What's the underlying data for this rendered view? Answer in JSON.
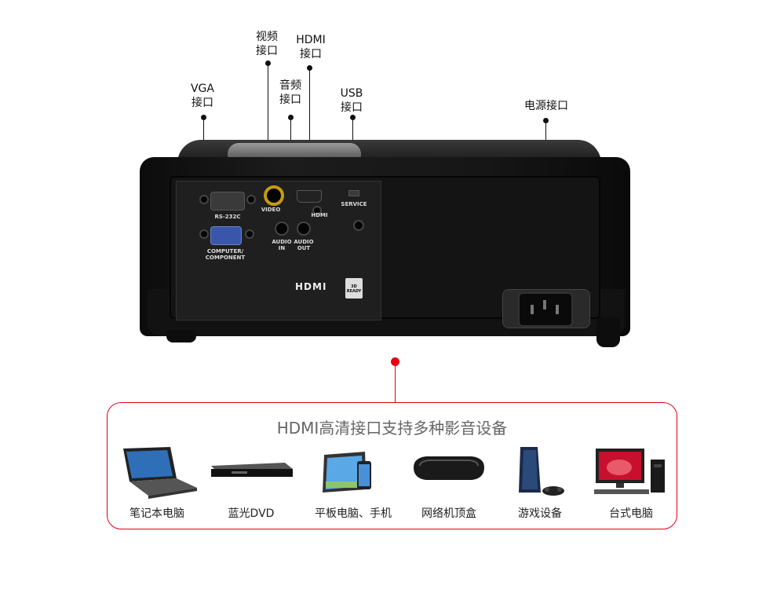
{
  "callouts": {
    "video": {
      "line1": "视频",
      "line2": "接口"
    },
    "hdmi": {
      "line1": "HDMI",
      "line2": "接口"
    },
    "vga": {
      "line1": "VGA",
      "line2": "接口"
    },
    "audio": {
      "line1": "音频",
      "line2": "接口"
    },
    "usb": {
      "line1": "USB",
      "line2": "接口"
    },
    "power": {
      "line1": "电源接口"
    }
  },
  "panel": {
    "rs232": "RS-232C",
    "video": "VIDEO",
    "hdmi": "HDMI",
    "service": "SERVICE",
    "computer_line1": "COMPUTER/",
    "computer_line2": "COMPONENT",
    "audio_in_line1": "AUDIO",
    "audio_in_line2": "IN",
    "audio_out_line1": "AUDIO",
    "audio_out_line2": "OUT",
    "hdmi_logo": "HDMI",
    "ready_badge": "3D READY"
  },
  "devices": {
    "title": "HDMI高清接口支持多种影音设备",
    "items": [
      {
        "label": "笔记本电脑",
        "icon": "laptop-icon"
      },
      {
        "label": "蓝光DVD",
        "icon": "bluray-player-icon"
      },
      {
        "label": "平板电脑、手机",
        "icon": "tablet-phone-icon"
      },
      {
        "label": "网络机顶盒",
        "icon": "set-top-box-icon"
      },
      {
        "label": "游戏设备",
        "icon": "game-console-icon"
      },
      {
        "label": "台式电脑",
        "icon": "desktop-pc-icon"
      }
    ]
  },
  "colors": {
    "accent": "#e60012",
    "title_gray": "#666666"
  }
}
